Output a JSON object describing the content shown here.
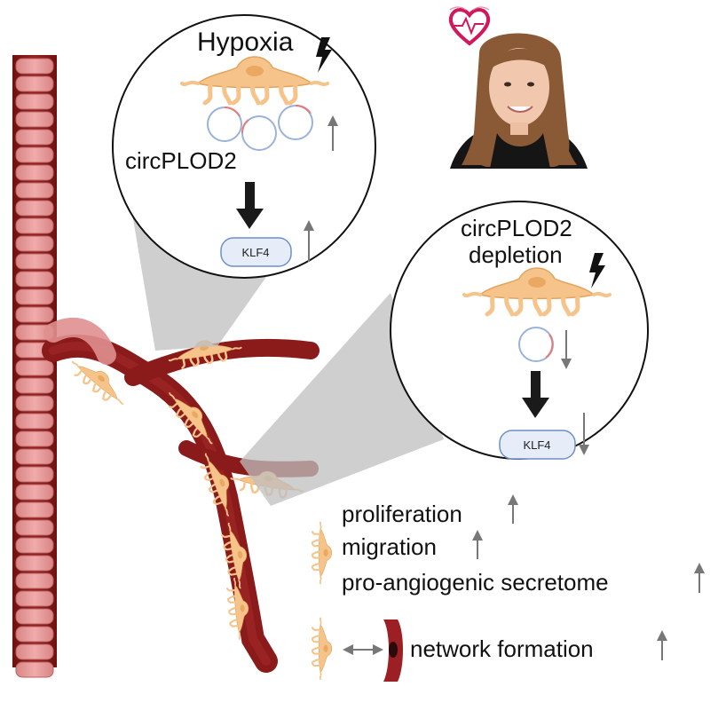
{
  "top_panel": {
    "title": "Hypoxia",
    "circ_label": "circPLOD2",
    "gene_label": "KLF4"
  },
  "right_panel": {
    "title_line1": "circPLOD2",
    "title_line2": "depletion",
    "gene_label": "KLF4"
  },
  "effects": [
    {
      "label": "proliferation",
      "direction": "up"
    },
    {
      "label": "migration",
      "direction": "up"
    },
    {
      "label": "pro-angiogenic secretome",
      "direction": "up"
    }
  ],
  "network": {
    "label": "network formation",
    "direction": "up"
  },
  "colors": {
    "vessel_dark": "#8b1a1a",
    "vessel_light": "#e79a9a",
    "cell_fill": "#f6c48a",
    "cell_stroke": "#e2a45c",
    "arrow_gray": "#777777",
    "logo_heart": "#d2185b"
  },
  "icons": [
    "lightning-bolt-icon",
    "heart-logo-icon",
    "person-photo"
  ]
}
